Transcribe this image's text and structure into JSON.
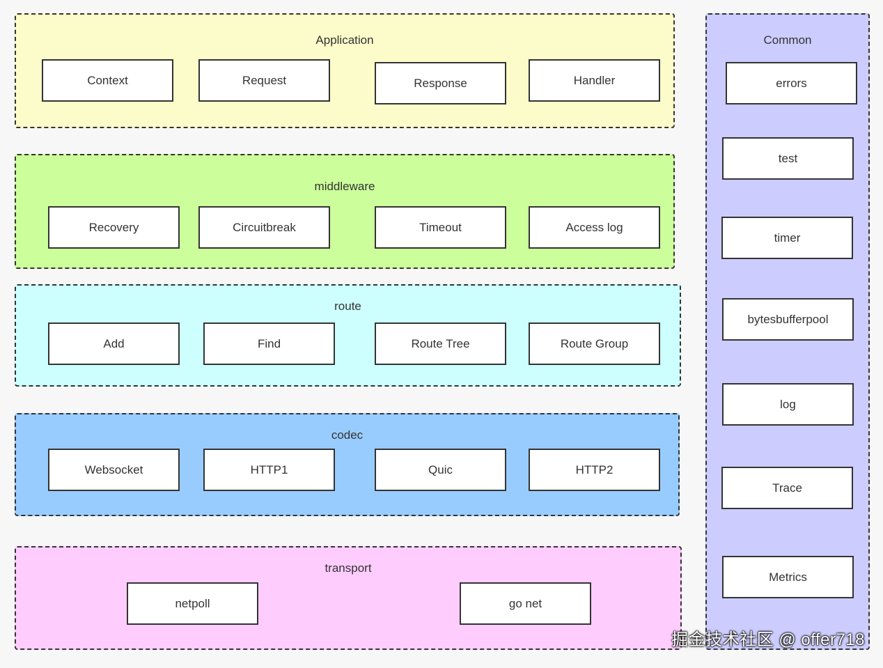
{
  "layers": {
    "application": {
      "title": "Application",
      "items": [
        "Context",
        "Request",
        "Response",
        "Handler"
      ]
    },
    "middleware": {
      "title": "middleware",
      "items": [
        "Recovery",
        "Circuitbreak",
        "Timeout",
        "Access log"
      ]
    },
    "route": {
      "title": "route",
      "items": [
        "Add",
        "Find",
        "Route Tree",
        "Route Group"
      ]
    },
    "codec": {
      "title": "codec",
      "items": [
        "Websocket",
        "HTTP1",
        "Quic",
        "HTTP2"
      ]
    },
    "transport": {
      "title": "transport",
      "items": [
        "netpoll",
        "go net"
      ]
    },
    "common": {
      "title": "Common",
      "items": [
        "errors",
        "test",
        "timer",
        "bytesbufferpool",
        "log",
        "Trace",
        "Metrics"
      ]
    }
  },
  "colors": {
    "application": "#fbfcc9",
    "middleware": "#ccfe9b",
    "route": "#ccfffe",
    "codec": "#99ccfe",
    "transport": "#ffccfe",
    "common": "#ccccfe"
  },
  "watermark": "掘金技术社区 @ offer718"
}
